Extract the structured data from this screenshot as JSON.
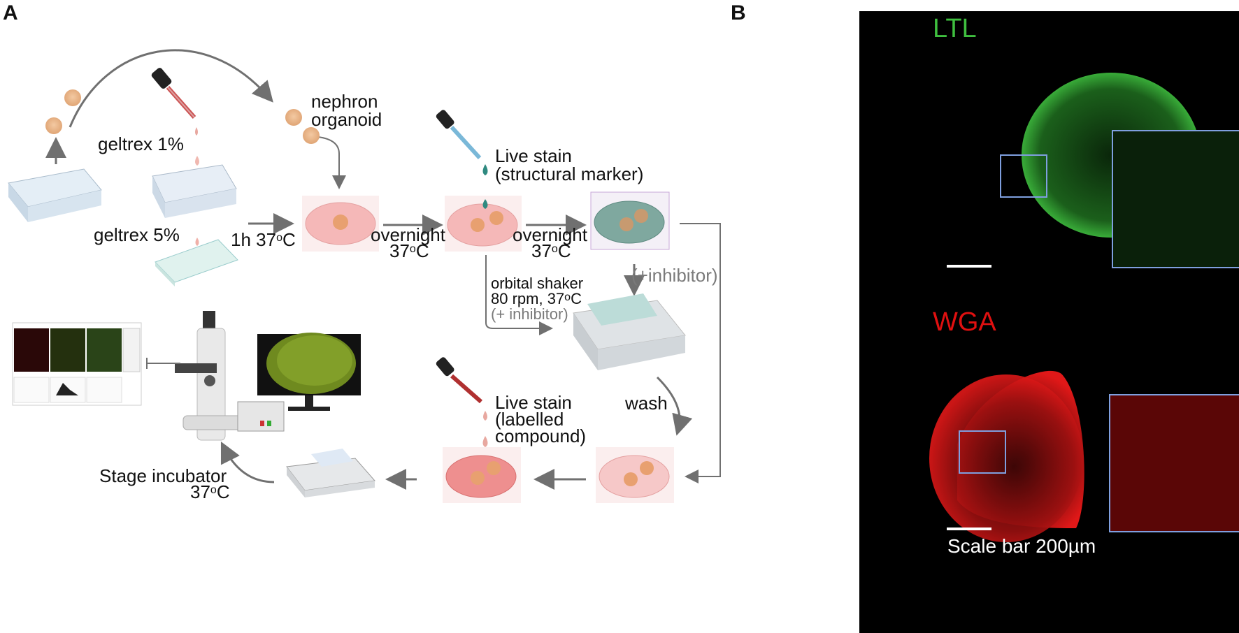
{
  "panel_labels": {
    "a": "A",
    "b": "B"
  },
  "steps": {
    "nephron": [
      "nephron",
      "organoid"
    ],
    "geltrex1": "geltrex 1%",
    "geltrex5": "geltrex 5%",
    "incubate": {
      "pre": "1h 37",
      "sup": "o",
      "post": "C"
    },
    "overnight": "overnight",
    "temp": {
      "base": "37",
      "sup": "o",
      "post": "C"
    },
    "live_stain_1": [
      "Live stain",
      "(structural marker)"
    ],
    "inhibitor_right": "(+inhibitor)",
    "shaker": [
      "orbital shaker",
      "80 rpm, 37",
      "(+ inhibitor)"
    ],
    "shaker_sup": "o",
    "shaker_post": "C",
    "wash": "wash",
    "live_stain_2": [
      "Live stain",
      "(labelled",
      "compound)"
    ],
    "stage": "Stage incubator",
    "stage_temp": {
      "base": "37",
      "sup": "o",
      "post": "C"
    }
  },
  "microscopy": {
    "ltl_label": "LTL",
    "wga_label": "WGA",
    "scale_text": "Scale bar 200µm",
    "colors": {
      "ltl": "#3fbf3f",
      "wga": "#e01010",
      "inset_box": "#7f9fdf"
    }
  }
}
